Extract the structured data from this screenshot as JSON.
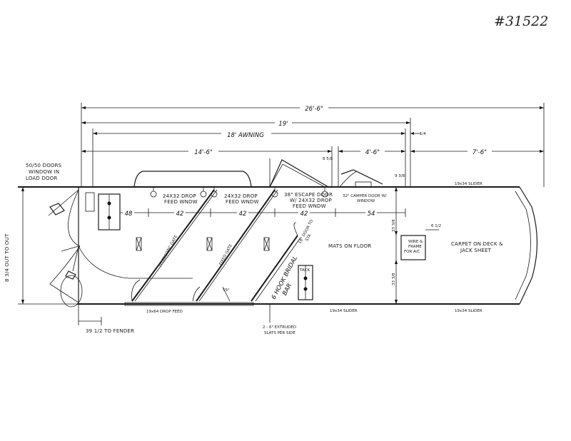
{
  "drawing_number": "#31522",
  "dimensions": {
    "overall": "26'-6\"",
    "length_19": "19'",
    "awning": "18' AWNING",
    "quarter": "1/4",
    "front_14_6": "14'-6\"",
    "gap_8_5": "8 5/8",
    "section_4_6": "4'-6\"",
    "nose_7_6": "7'-6\"",
    "small_9_8": "9 3/8",
    "stall_48": "48",
    "stall_42a": "42",
    "stall_42b": "42",
    "stall_42c": "42",
    "stall_54": "54",
    "width": "8 3/4 OUT TO OUT",
    "fender": "39 1/2 TO FENDER",
    "offset_6_5": "6 1/2",
    "upper_33": "33 3/8",
    "lower_33": "33 3/8"
  },
  "labels": {
    "rear_doors": "50/50 DOORS\nWINDOW IN\nLOAD DOOR",
    "feed_window_1": "24X32 DROP\nFEED WNDW",
    "feed_window_2": "24X32 DROP\nFEED WNDW",
    "escape_door": "38\" ESCAPE DOOR\nW/ 24X32 DROP\nFEED WNDW",
    "camper_door": "32\" CAMPER DOOR W/\nWINDOW",
    "slider_top": "19x34 SLIDER",
    "slider_bottom_mid": "19x34 SLIDER",
    "slider_bottom_front": "19x34 SLIDER",
    "drop_feed": "19x64 DROP FEED",
    "slats": "2 - 6\" EXTRUDED\nSLATS PER SIDE",
    "telescopic_gate": "TELESCOPIC GATE",
    "fixed_gate": "FIXED GATE",
    "mats": "MATS ON FLOOR",
    "bridle_bar": "6 HOOK BRIDAL\nBAR",
    "door_note": "18\" DOOR TO\nSTA",
    "ac_frame": "WIRE &\nFRAME\nFOR A/C",
    "carpet": "CARPET ON DECK &\nJACK SHEET",
    "angle": "55°",
    "tack": "TACK"
  }
}
